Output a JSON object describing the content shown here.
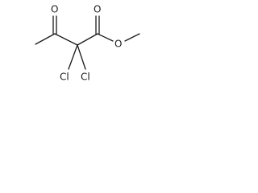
{
  "molecule": {
    "atoms": {
      "ketone_oxygen": "O",
      "ester_carbonyl_oxygen": "O",
      "ester_oxygen": "O",
      "chlorine_left": "Cl",
      "chlorine_right": "Cl"
    },
    "colors": {
      "bond": "#1a1a1a",
      "label": "#1a1a1a",
      "background": "#ffffff"
    }
  }
}
